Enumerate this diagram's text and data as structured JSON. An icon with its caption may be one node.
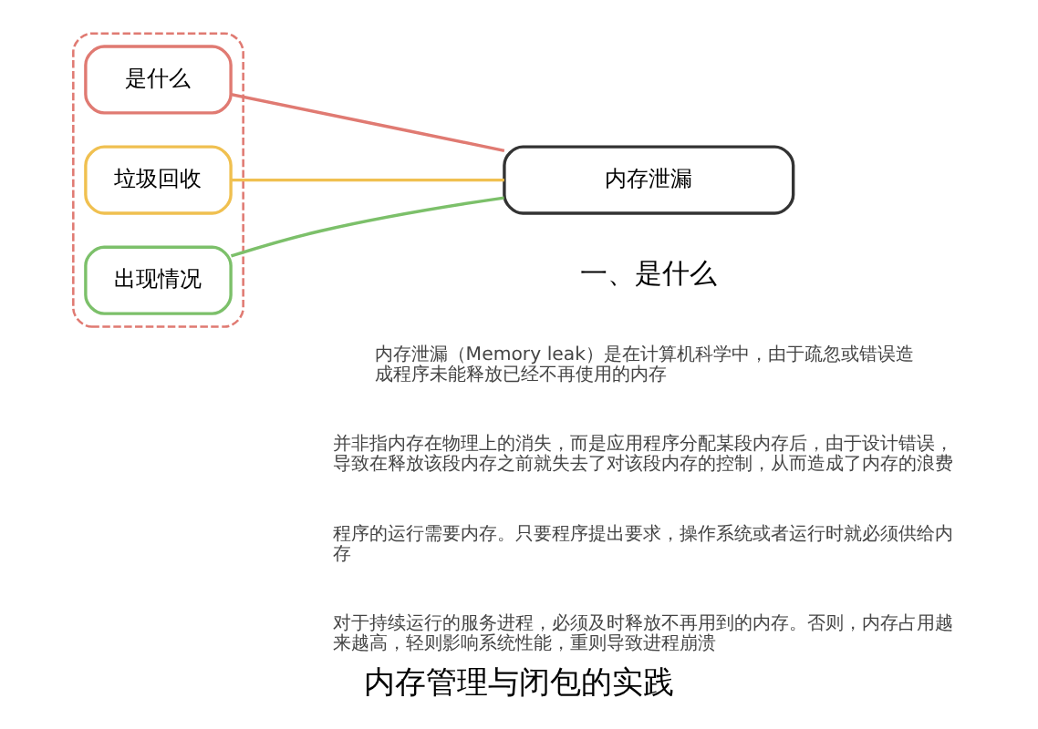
{
  "diagram": {
    "title": "内存管理与闭包的实践",
    "nodes": [
      {
        "text": [],
        "shape": "box"
      },
      {
        "text": [
          "是什么"
        ],
        "in": 0
      },
      {
        "text": [
          "垃圾回收"
        ],
        "in": 0
      },
      {
        "text": [
          "出现情况"
        ],
        "in": 0
      },
      {
        "text": [
          "内存泄漏"
        ]
      }
    ],
    "edges": [
      {
        "from": 4,
        "to": 1,
        "arrow": "none",
        "color": "#e07a72"
      },
      {
        "from": 4,
        "to": 2,
        "arrow": "none",
        "color": "#f0c050"
      },
      {
        "from": 4,
        "to": 3,
        "arrow": "none",
        "color": "#7cc06a"
      }
    ],
    "labels": [
      "一、是什么",
      "内存泄漏（Memory leak）是在计算机科学中，由于疏忽或错误造成程序未能释放已经不再使用的内存",
      "并非指内存在物理上的消失，而是应用程序分配某段内存后，由于设计错误，导致在释放该段内存之前就失去了对该段内存的控制，从而造成了内存的浪费",
      "程序的运行需要内存。只要程序提出要求，操作系统或者运行时就必须供给内存",
      "对于持续运行的服务进程，必须及时释放不再用到的内存。否则，内存占用越来越高，轻则影响系统性能，重则导致进程崩溃"
    ]
  }
}
